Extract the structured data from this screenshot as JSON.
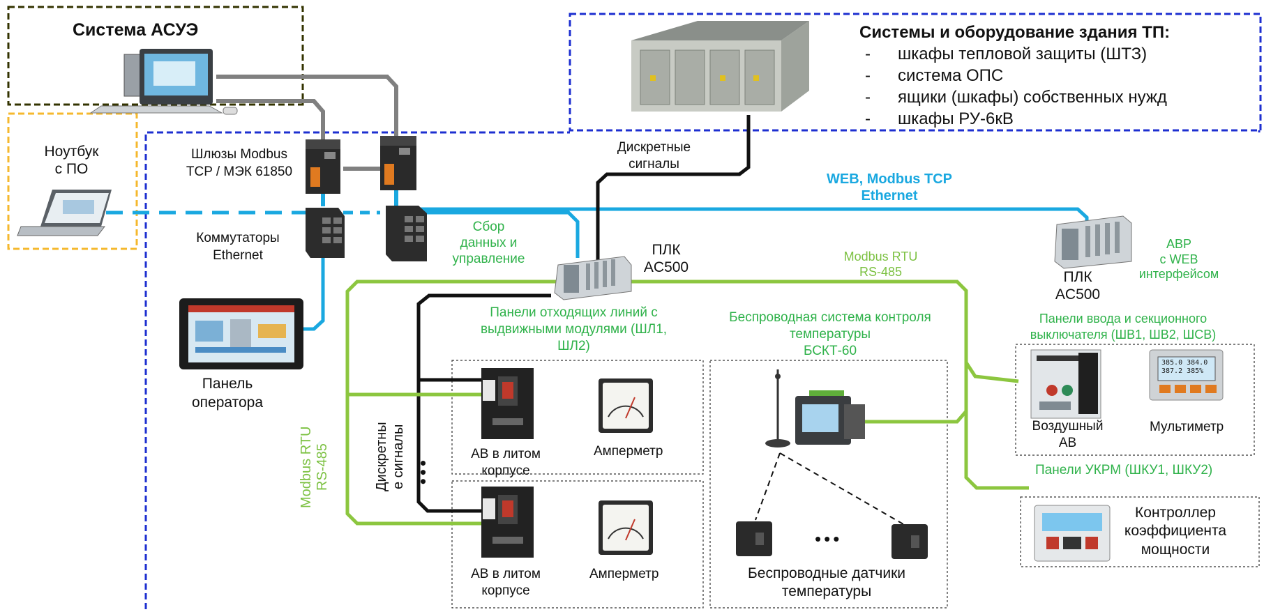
{
  "system_asue": "Система АСУЭ",
  "building": {
    "title": "Системы и оборудование здания ТП:",
    "items": [
      "шкафы тепловой защиты (ШТЗ)",
      "система ОПС",
      "ящики (шкафы) собственных нужд",
      "шкафы РУ-6кВ"
    ]
  },
  "laptop_label": [
    "Ноутбук",
    "с ПО"
  ],
  "gateways_label": [
    "Шлюзы Modbus",
    "TCP / МЭК 61850"
  ],
  "switches_label": [
    "Коммутаторы",
    "Ethernet"
  ],
  "operator_panel_label": [
    "Панель",
    "оператора"
  ],
  "discrete_signals_top": [
    "Дискретные",
    "сигналы"
  ],
  "web_modbus": [
    "WEB, Modbus TCP",
    "Ethernet"
  ],
  "data_collection": [
    "Сбор",
    "данных и",
    "управление"
  ],
  "plc_main": [
    "ПЛК",
    "AC500"
  ],
  "modbus_rtu_top": [
    "Modbus RTU",
    "RS-485"
  ],
  "plc_avr": [
    "ПЛК",
    "AC500"
  ],
  "avr_label": [
    "АВР",
    "с WEB",
    "интерфейсом"
  ],
  "outgoing_panels": [
    "Панели отходящих линий с",
    "выдвижными модулями (ШЛ1,",
    "ШЛ2)"
  ],
  "wireless_system": [
    "Беспроводная система контроля",
    "температуры",
    "БСКТ-60"
  ],
  "input_panels": [
    "Панели ввода и секционного",
    "выключателя (ШВ1, ШВ2, ШСВ)"
  ],
  "air_breaker": [
    "Воздушный",
    "АВ"
  ],
  "multimeter": "Мультиметр",
  "multimeter_screen": [
    "385.0  384.0",
    "387.2  385%"
  ],
  "breaker_molded_1": [
    "АВ в литом",
    "корпусе"
  ],
  "ammeter_1": "Амперметр",
  "breaker_molded_2": [
    "АВ в литом",
    "корпусе"
  ],
  "ammeter_2": "Амперметр",
  "ukrm_panels": "Панели УКРМ (ШКУ1, ШКУ2)",
  "pf_controller": [
    "Контроллер",
    "коэффициента",
    "мощности"
  ],
  "wireless_sensors": [
    "Беспроводные датчики",
    "температуры"
  ],
  "modbus_rtu_vertical": [
    "Modbus RTU",
    "RS-485"
  ],
  "discrete_vertical": [
    "Дискретны",
    "е сигналы"
  ],
  "ellipsis_h": "•••",
  "ellipsis_v": "•••",
  "colors": {
    "green_line": "#8cc63f",
    "blue_line": "#1aa8e0",
    "black_line": "#111111",
    "gray_line": "#808080",
    "blue_dash": "#1d2fd0",
    "yellow_dash": "#f5b82e",
    "dark_dash": "#333300"
  },
  "icons": [
    "desktop-computer-icon",
    "laptop-icon",
    "gateway-icon",
    "ethernet-switch-icon",
    "hmi-panel-icon",
    "building-icon",
    "plc-icon",
    "molded-breaker-icon",
    "ammeter-icon",
    "antenna-icon",
    "temperature-controller-icon",
    "temperature-sensor-icon",
    "air-breaker-icon",
    "multimeter-icon",
    "pf-controller-icon"
  ]
}
